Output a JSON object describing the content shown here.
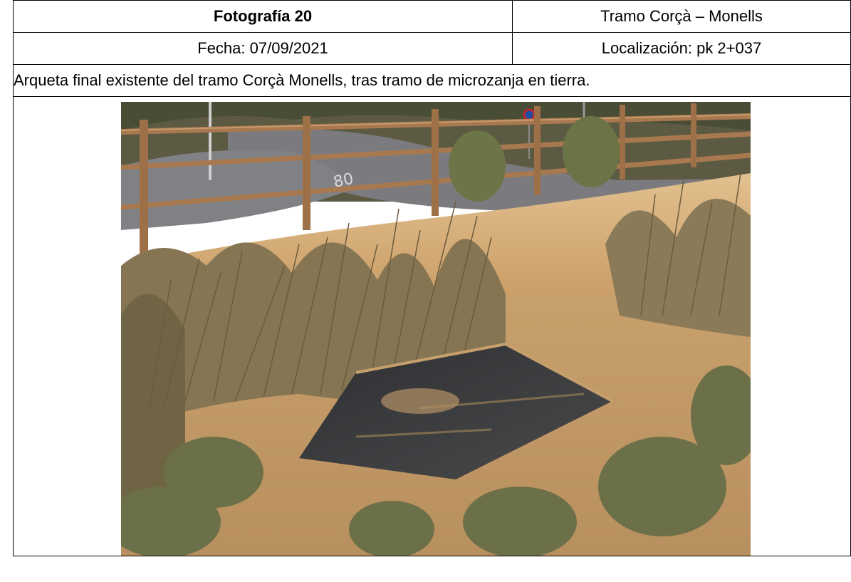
{
  "header": {
    "title": "Fotografía 20",
    "tramo": "Tramo Corçà – Monells",
    "fecha": "Fecha: 07/09/2021",
    "localizacion": "Localización: pk 2+037"
  },
  "description": "Arqueta final existente del tramo Corçà Monells, tras tramo de microzanja en tierra.",
  "photo": {
    "subject": "arqueta-final",
    "colors": {
      "sky": "#6f6a55",
      "road": "#77777a",
      "path": "#d8b27e",
      "ground": "#c9a36f",
      "grass": "#8d7a55",
      "shrub": "#6e6a45",
      "fence": "#b0825a",
      "cover": "#3a3b3e"
    }
  }
}
